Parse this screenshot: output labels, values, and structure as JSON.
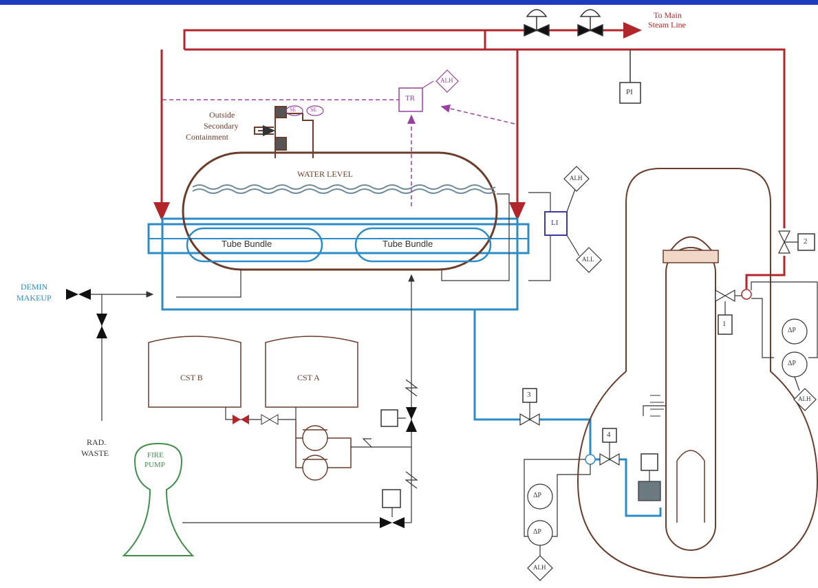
{
  "labels": {
    "to_main_steam_line_1": "To Main",
    "to_main_steam_line_2": "Steam Line",
    "outside_containment_1": "Outside",
    "outside_containment_2": "Secondary",
    "outside_containment_3": "Containment",
    "water_level": "WATER LEVEL",
    "tube_bundle_left": "Tube Bundle",
    "tube_bundle_right": "Tube Bundle",
    "demin_makeup_1": "DEMIN",
    "demin_makeup_2": "MAKEUP",
    "rad_waste_1": "RAD.",
    "rad_waste_2": "WASTE",
    "fire_pump_1": "FIRE",
    "fire_pump_2": "PUMP",
    "cst_b": "CST B",
    "cst_a": "CST A"
  },
  "instruments": {
    "tr": "TR",
    "pi": "PI",
    "li": "LI",
    "alarm_tr": "ALH",
    "alarm_li_high": "ALH",
    "alarm_li_low": "ALL",
    "alarm_pump_right": "ALH",
    "alarm_pump_left": "ALH",
    "element_1": "SE",
    "element_2": "SE",
    "dp_1": "ΔP",
    "dp_2": "ΔP",
    "dp_3": "ΔP",
    "dp_4": "ΔP"
  },
  "valve_tags": {
    "v1": "1",
    "v2": "2",
    "v3": "3",
    "v4": "4"
  },
  "colors": {
    "steam": "#b0262a",
    "feedwater": "#2a8bc7",
    "instrument": "#9b3fa3",
    "vessel": "#6b3c2a",
    "fire_pump": "#3f8f4a",
    "line": "#333333",
    "header_bar": "#1d3bbf"
  }
}
